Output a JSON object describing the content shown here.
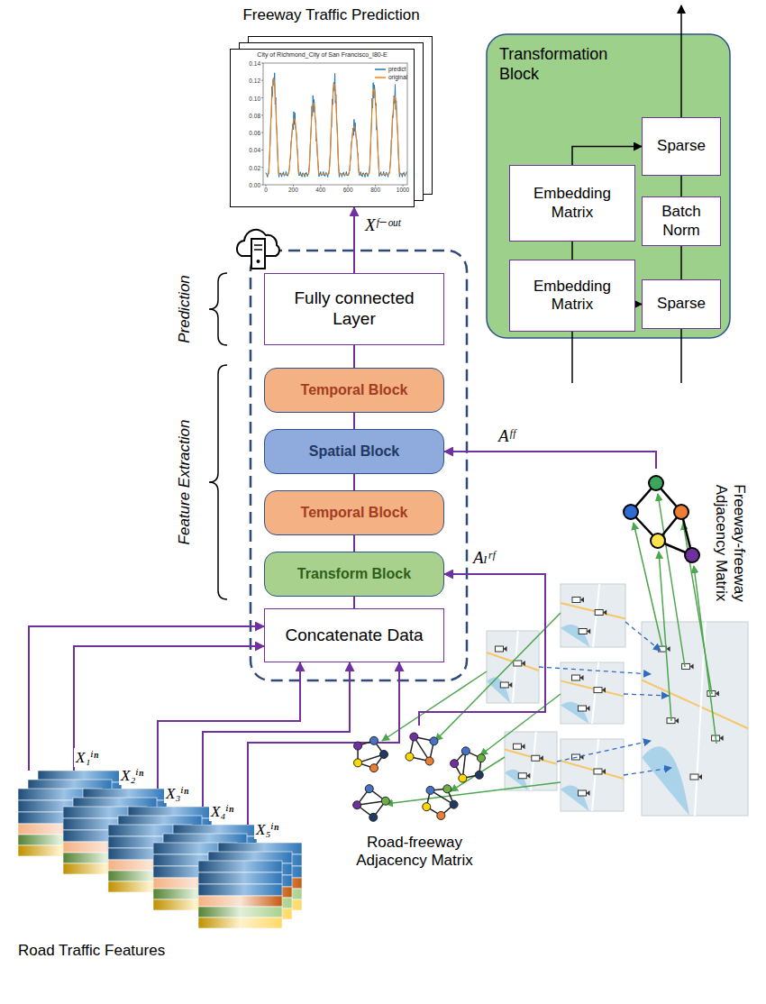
{
  "diagram": {
    "nodes": [
      {
        "text": [
          "Freeway Traffic Prediction",
          "City of Richmond_City of San Francisco_I80-E"
        ]
      },
      {
        "text": [
          "Transformation Block"
        ]
      },
      {
        "text": [
          "Embedding Matrix"
        ],
        "in": 1
      },
      {
        "text": [
          "Sparse"
        ],
        "in": 1
      },
      {
        "text": [
          "Batch Norm"
        ],
        "in": 1
      },
      {
        "text": [
          "Embedding Matrix"
        ],
        "in": 1
      },
      {
        "text": [
          "Sparse"
        ],
        "in": 1
      },
      {
        "text": [
          "Fully connected Layer"
        ]
      },
      {
        "text": [
          "Temporal Block"
        ]
      },
      {
        "text": [
          "Spatial Block"
        ]
      },
      {
        "text": [
          "Temporal Block"
        ]
      },
      {
        "text": [
          "Transform Block"
        ]
      },
      {
        "text": [
          "Concatenate Data"
        ]
      },
      {
        "text": [
          "Freeway-freeway Adjacency Matrix"
        ]
      },
      {
        "text": [
          "X₁ⁱⁿ"
        ]
      },
      {
        "text": [
          "X₂ⁱⁿ"
        ]
      },
      {
        "text": [
          "X₃ⁱⁿ"
        ]
      },
      {
        "text": [
          "X₄ⁱⁿ"
        ]
      },
      {
        "text": [
          "X₅ⁱⁿ"
        ]
      },
      {
        "text": [
          "Road-freeway Adjacency Matrix"
        ]
      }
    ],
    "edges": [
      {
        "from": 7,
        "to": 0,
        "arrow": "to",
        "label": "Xᶠ⁻ᵒᵘᵗ"
      },
      {
        "from": 8,
        "to": 7,
        "arrow": "none"
      },
      {
        "from": 9,
        "to": 8,
        "arrow": "none"
      },
      {
        "from": 10,
        "to": 9,
        "arrow": "none"
      },
      {
        "from": 11,
        "to": 10,
        "arrow": "none"
      },
      {
        "from": 12,
        "to": 11,
        "arrow": "none"
      },
      {
        "from": 13,
        "to": 9,
        "arrow": "to",
        "label": "Aᶠᶠ"
      },
      {
        "from": 19,
        "to": 11,
        "arrow": "to",
        "label": "Aₗʳᶠ"
      },
      {
        "from": 14,
        "to": 12,
        "arrow": "to"
      },
      {
        "from": 15,
        "to": 12,
        "arrow": "to"
      },
      {
        "from": 16,
        "to": 12,
        "arrow": "to"
      },
      {
        "from": 17,
        "to": 12,
        "arrow": "to"
      },
      {
        "from": 18,
        "to": 12,
        "arrow": "to"
      },
      {
        "from": 5,
        "to": 2,
        "arrow": "none"
      },
      {
        "from": 5,
        "to": 6,
        "arrow": "to"
      },
      {
        "from": 2,
        "to": 3,
        "arrow": "to"
      },
      {
        "from": 6,
        "to": 4,
        "arrow": "none"
      },
      {
        "from": 4,
        "to": 3,
        "arrow": "none"
      }
    ],
    "labels": [
      "Prediction",
      "Feature Extraction",
      "0.14",
      "0.12",
      "0.10",
      "0.08",
      "0.06",
      "0.04",
      "0.02",
      "0.00",
      "0",
      "200",
      "400",
      "600",
      "800",
      "1000",
      "Road Traffic Features"
    ],
    "legend": [
      {
        "text": "predict"
      },
      {
        "text": "original"
      }
    ]
  }
}
